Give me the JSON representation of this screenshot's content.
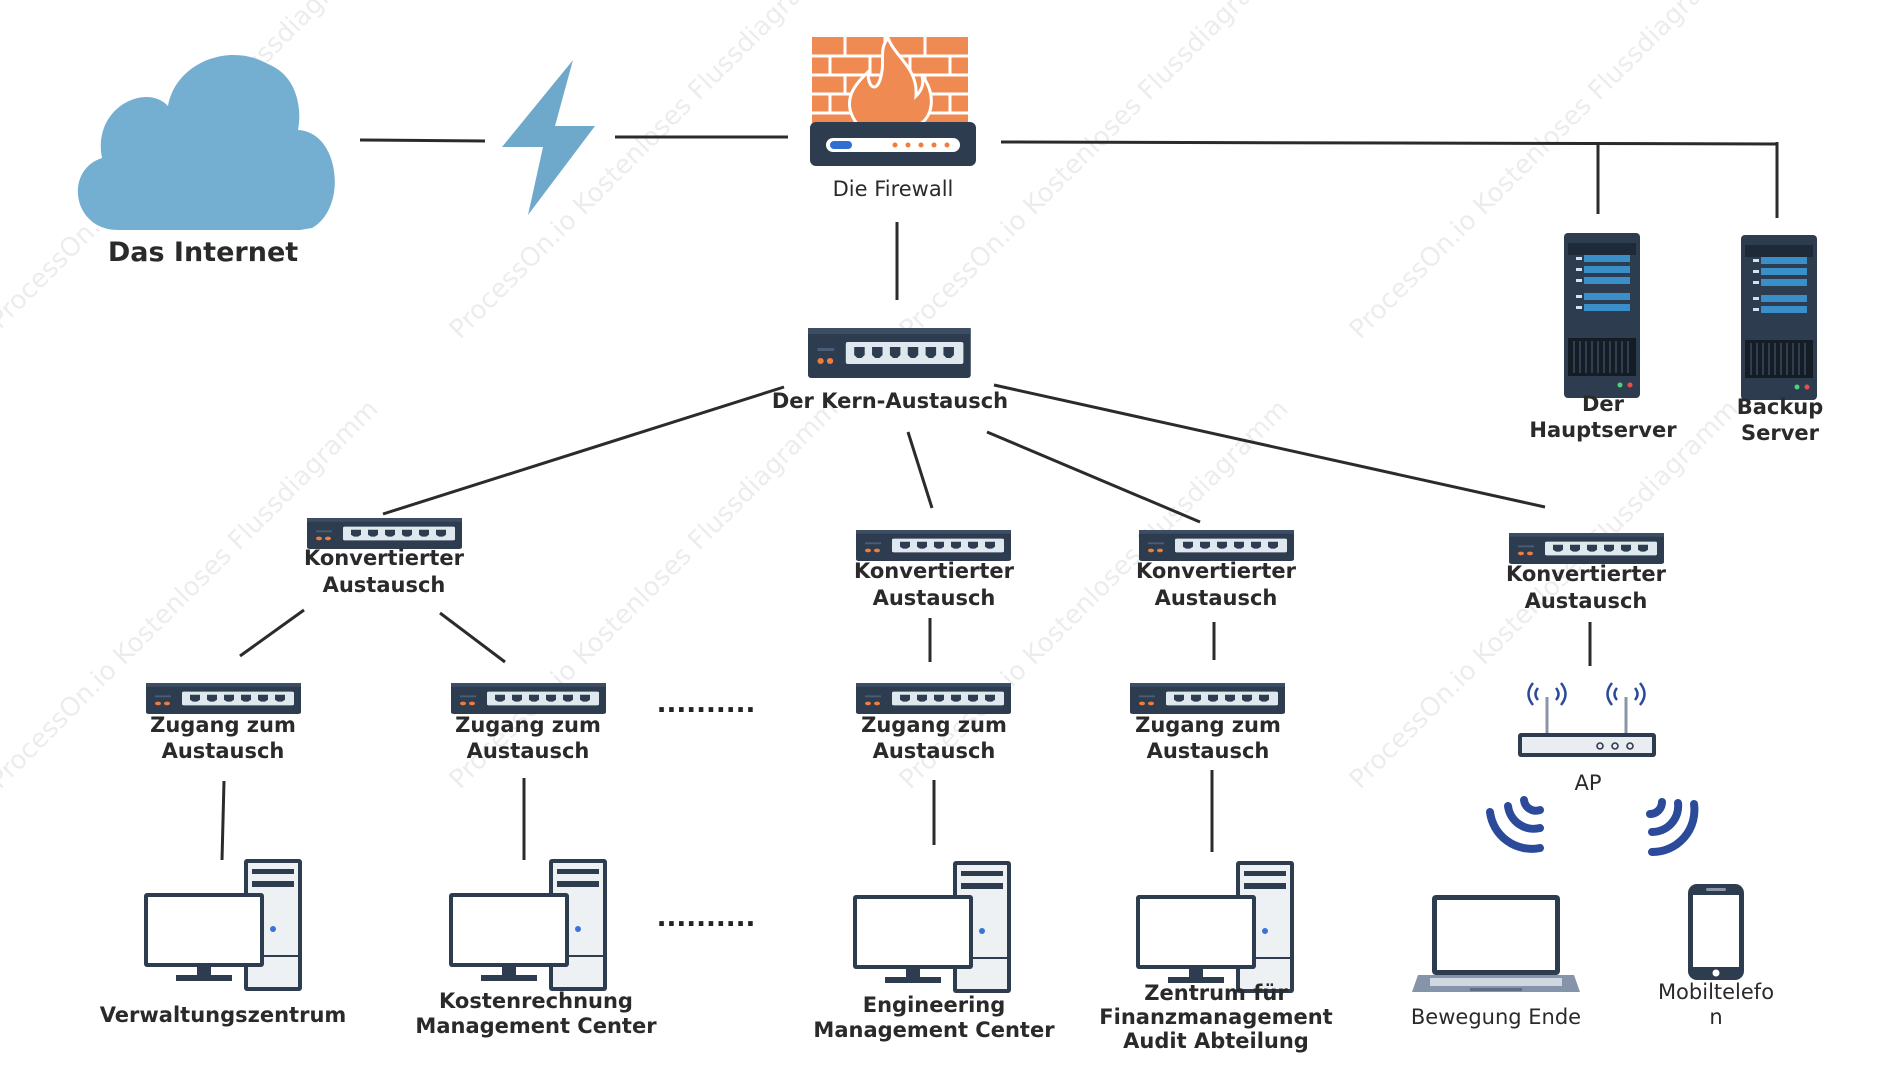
{
  "nodes": {
    "internet": "Das Internet",
    "firewall": "Die Firewall",
    "core_switch": "Der Kern-Austausch",
    "main_server": [
      "Der",
      "Hauptserver"
    ],
    "backup_server": [
      "Backup",
      "Server"
    ],
    "conv1": [
      "Konvertierter",
      "Austausch"
    ],
    "conv2": [
      "Konvertierter",
      "Austausch"
    ],
    "conv3": [
      "Konvertierter",
      "Austausch"
    ],
    "conv4": [
      "Konvertierter",
      "Austausch"
    ],
    "access1": [
      "Zugang zum",
      "Austausch"
    ],
    "access2": [
      "Zugang zum",
      "Austausch"
    ],
    "access3": [
      "Zugang zum",
      "Austausch"
    ],
    "access4": [
      "Zugang zum",
      "Austausch"
    ],
    "ap": "AP",
    "pc1": "Verwaltungszentrum",
    "pc2": [
      "Kostenrechnung",
      "Management Center"
    ],
    "pc3": [
      "Engineering",
      "Management Center"
    ],
    "pc4": [
      "Zentrum für",
      "Finanzmanagement",
      "Audit Abteilung"
    ],
    "laptop": "Bewegung Ende",
    "phone": [
      "Mobiltelefo",
      "n"
    ]
  },
  "ellipsis": "..........",
  "watermark": "ProcessOn.io Kostenloses Flussdiagramm",
  "colors": {
    "cloud": "#74aed0",
    "lightning": "#6ea9cc",
    "brick": "#ef8a52",
    "device_dark": "#2e3c4f",
    "wifi": "#2b4a9a"
  }
}
